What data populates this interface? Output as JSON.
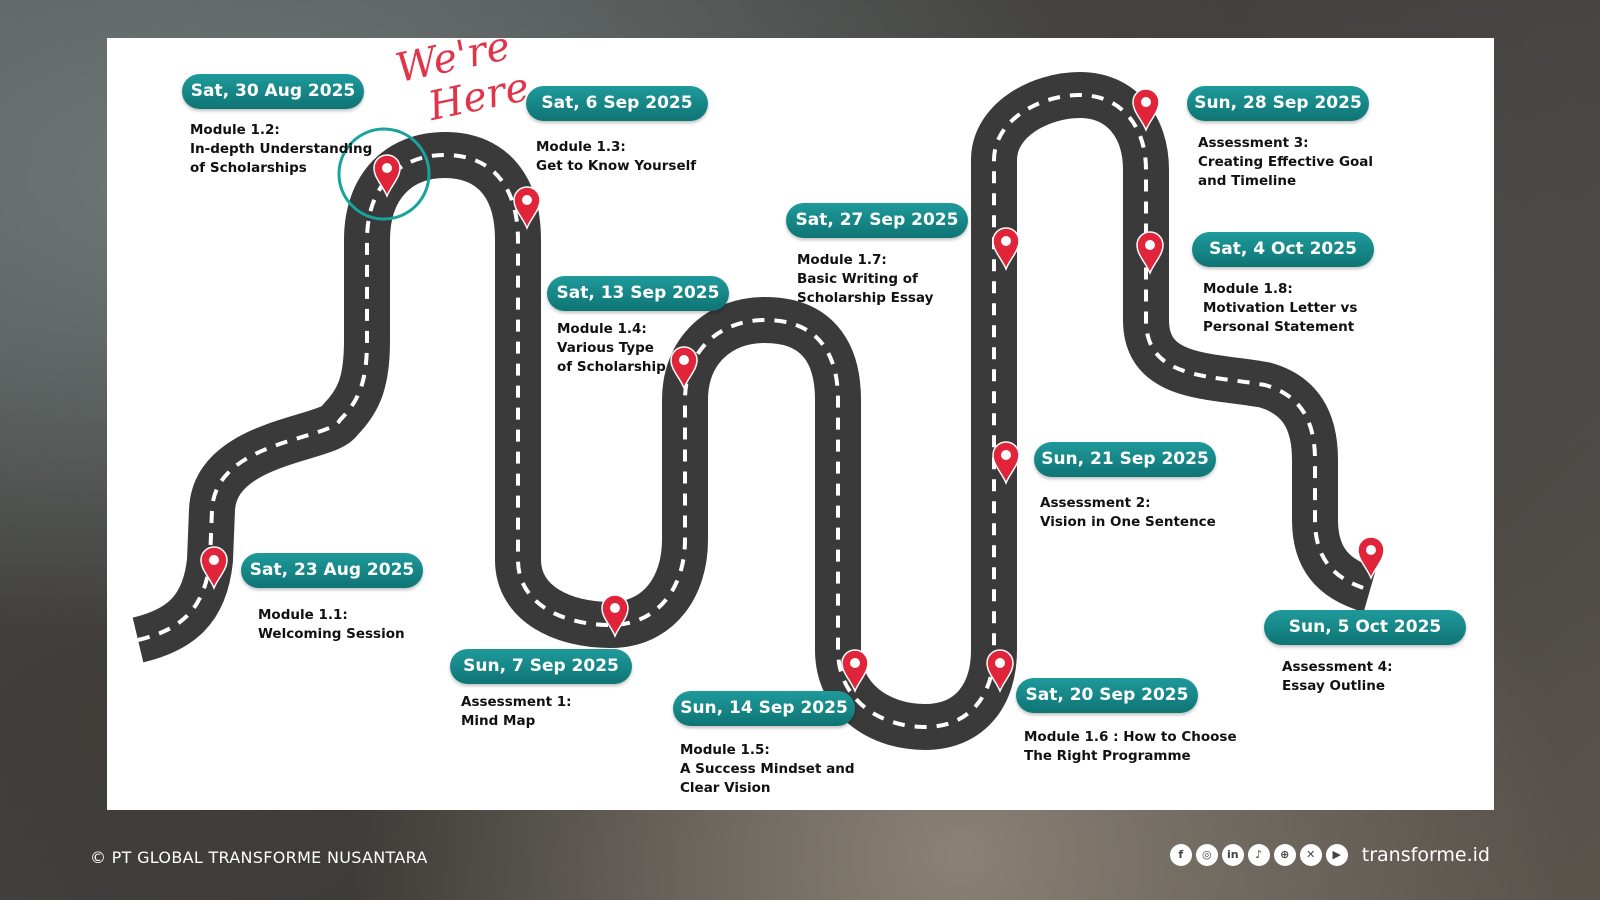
{
  "here_label": {
    "line1": "We're",
    "line2": "Here"
  },
  "colors": {
    "pill": "#128282",
    "road": "#3a3a3a",
    "pin": "#e0253a",
    "marker_ring": "#1aa39a"
  },
  "milestones": [
    {
      "date": "Sat, 23 Aug 2025",
      "title": "Module 1.1:",
      "lines": [
        "Welcoming Session"
      ]
    },
    {
      "date": "Sat, 30 Aug 2025",
      "title": "Module 1.2:",
      "lines": [
        "In-depth Understanding",
        "of Scholarships"
      ]
    },
    {
      "date": "Sat, 6 Sep 2025",
      "title": "Module 1.3:",
      "lines": [
        "Get to Know Yourself"
      ]
    },
    {
      "date": "Sun, 7 Sep 2025",
      "title": "Assessment 1:",
      "lines": [
        "Mind Map"
      ]
    },
    {
      "date": "Sat, 13 Sep 2025",
      "title": "Module 1.4:",
      "lines": [
        "Various Type",
        "of Scholarship"
      ]
    },
    {
      "date": "Sun, 14 Sep 2025",
      "title": "Module 1.5:",
      "lines": [
        "A Success Mindset and",
        "Clear Vision"
      ]
    },
    {
      "date": "Sat, 20 Sep 2025",
      "title": "Module 1.6",
      "title_suffix": " : How to Choose",
      "lines": [
        "The Right Programme"
      ]
    },
    {
      "date": "Sun, 21 Sep 2025",
      "title": "Assessment 2:",
      "lines": [
        "Vision in One Sentence"
      ]
    },
    {
      "date": "Sat, 27 Sep 2025",
      "title": "Module 1.7:",
      "lines": [
        "Basic Writing of",
        "Scholarship Essay"
      ]
    },
    {
      "date": "Sun, 28 Sep 2025",
      "title": "Assessment 3:",
      "lines": [
        "Creating Effective Goal",
        "and Timeline"
      ]
    },
    {
      "date": "Sat, 4 Oct 2025",
      "title": "Module 1.8:",
      "lines": [
        "Motivation Letter vs",
        "Personal Statement"
      ]
    },
    {
      "date": "Sun, 5 Oct 2025",
      "title": "Assessment 4:",
      "lines": [
        "Essay Outline"
      ]
    }
  ],
  "footer": {
    "copyright": "© PT GLOBAL TRANSFORME NUSANTARA",
    "website": "transforme.id",
    "social_icons": [
      "facebook-icon",
      "instagram-icon",
      "linkedin-icon",
      "tiktok-icon",
      "globe-icon",
      "x-icon",
      "youtube-icon"
    ]
  }
}
